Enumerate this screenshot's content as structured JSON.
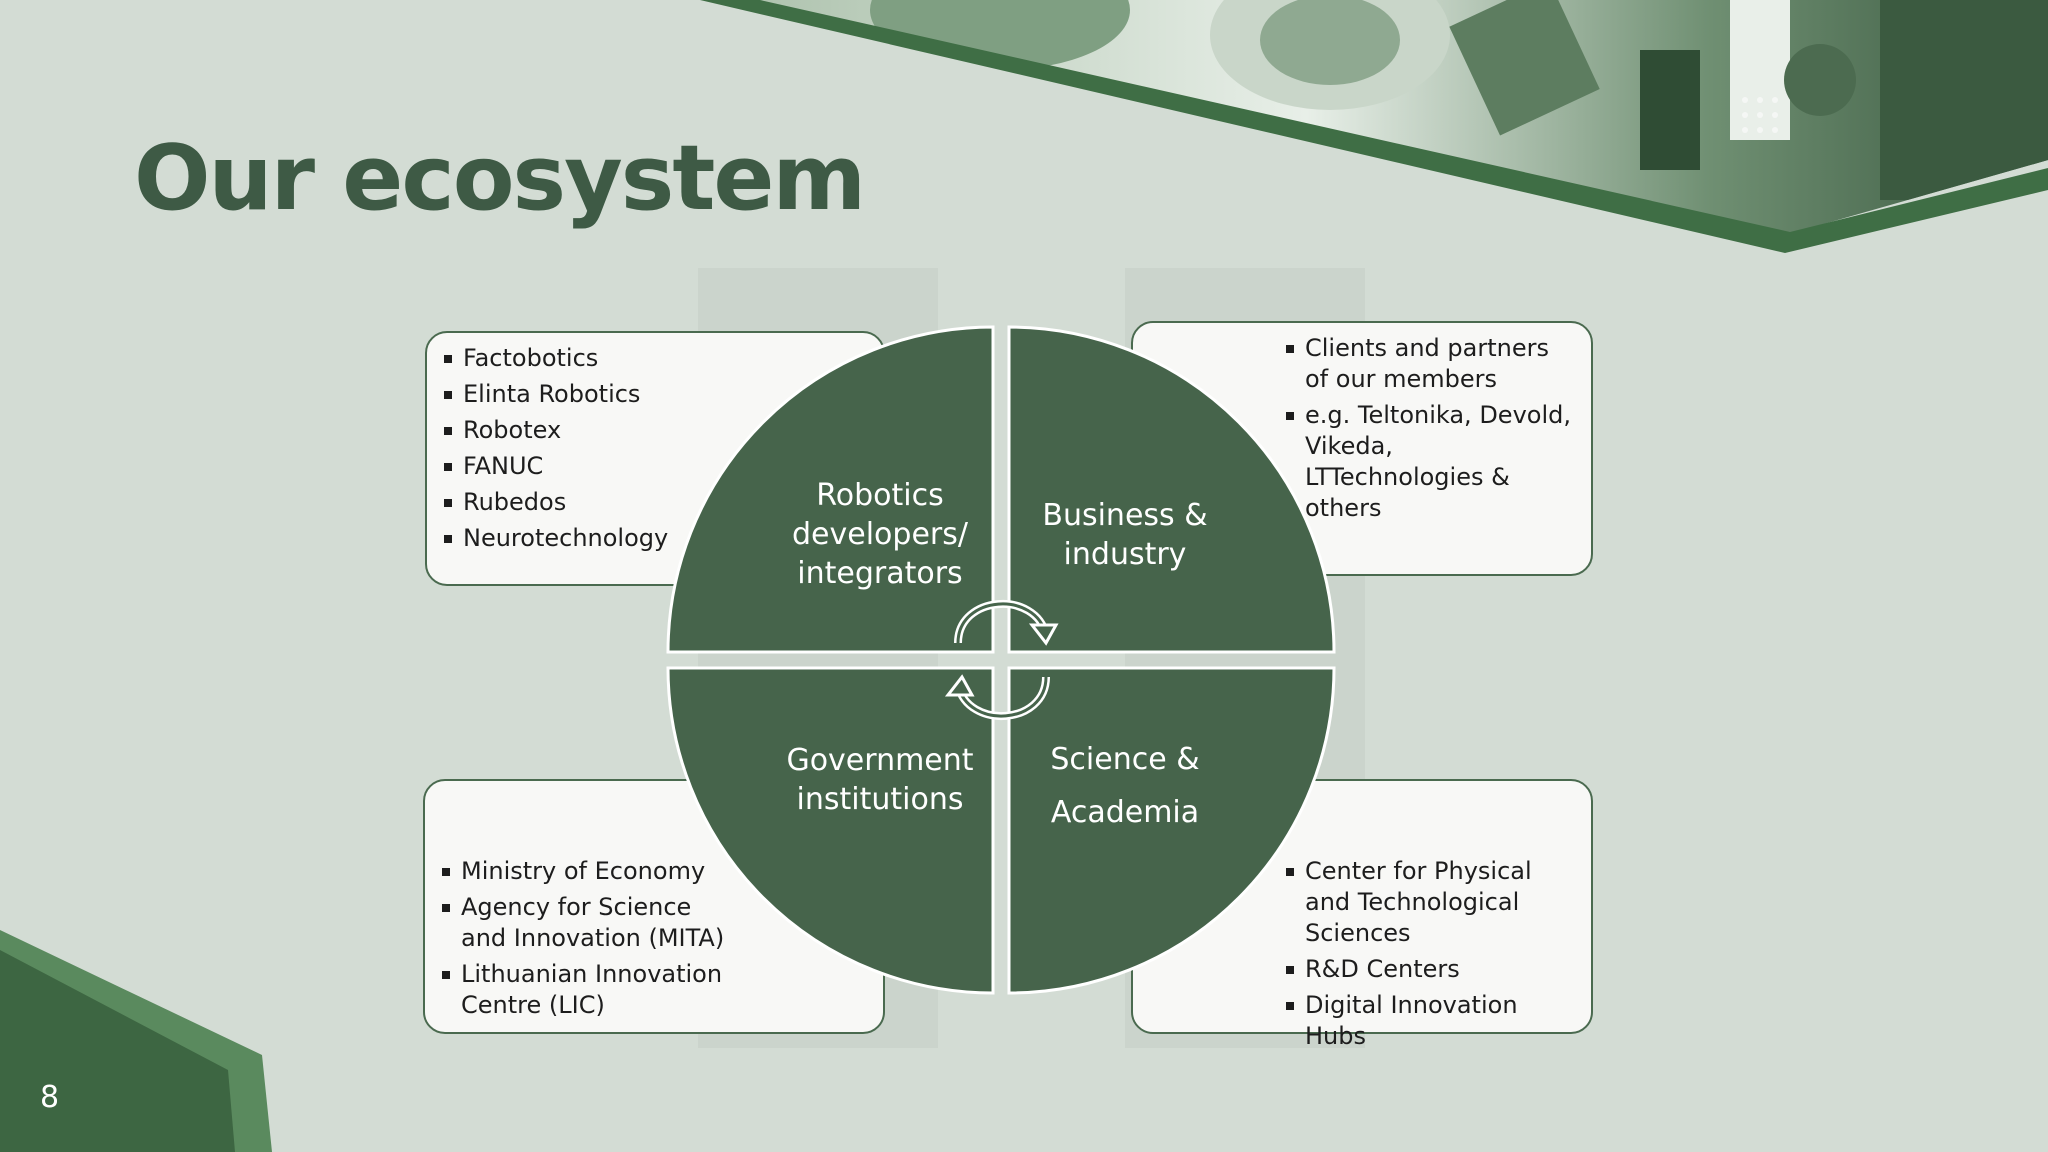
{
  "slide": {
    "title": "Our ecosystem",
    "page_number": "8"
  },
  "colors": {
    "background": "#d3dcd4",
    "accent_green": "#3f6e45",
    "quadrant_fill": "#46644b",
    "title_color": "#3e5a45"
  },
  "quadrants": {
    "top_left": "Robotics\ndevelopers/\nintegrators",
    "top_right": "Business &\nindustry",
    "bottom_left": "Government\ninstitutions",
    "bottom_right": "Science &\nAcademia"
  },
  "boxes": {
    "top_left": [
      "Factobotics",
      "Elinta Robotics",
      "Robotex",
      "FANUC",
      "Rubedos",
      "Neurotechnology"
    ],
    "top_right": [
      "Clients and partners of our members",
      "e.g. Teltonika, Devold, Vikeda, LTTechnologies & others"
    ],
    "bottom_left": [
      "Ministry of Economy",
      "Agency for Science and Innovation (MITA)",
      "Lithuanian Innovation Centre (LIC)"
    ],
    "bottom_right": [
      "Center for Physical and Technological Sciences",
      "R&D Centers",
      "Digital Innovation Hubs"
    ]
  },
  "icons": {
    "cycle_arrows": "cycle-arrows-icon",
    "banner_photo": "robot-arm-photo"
  }
}
